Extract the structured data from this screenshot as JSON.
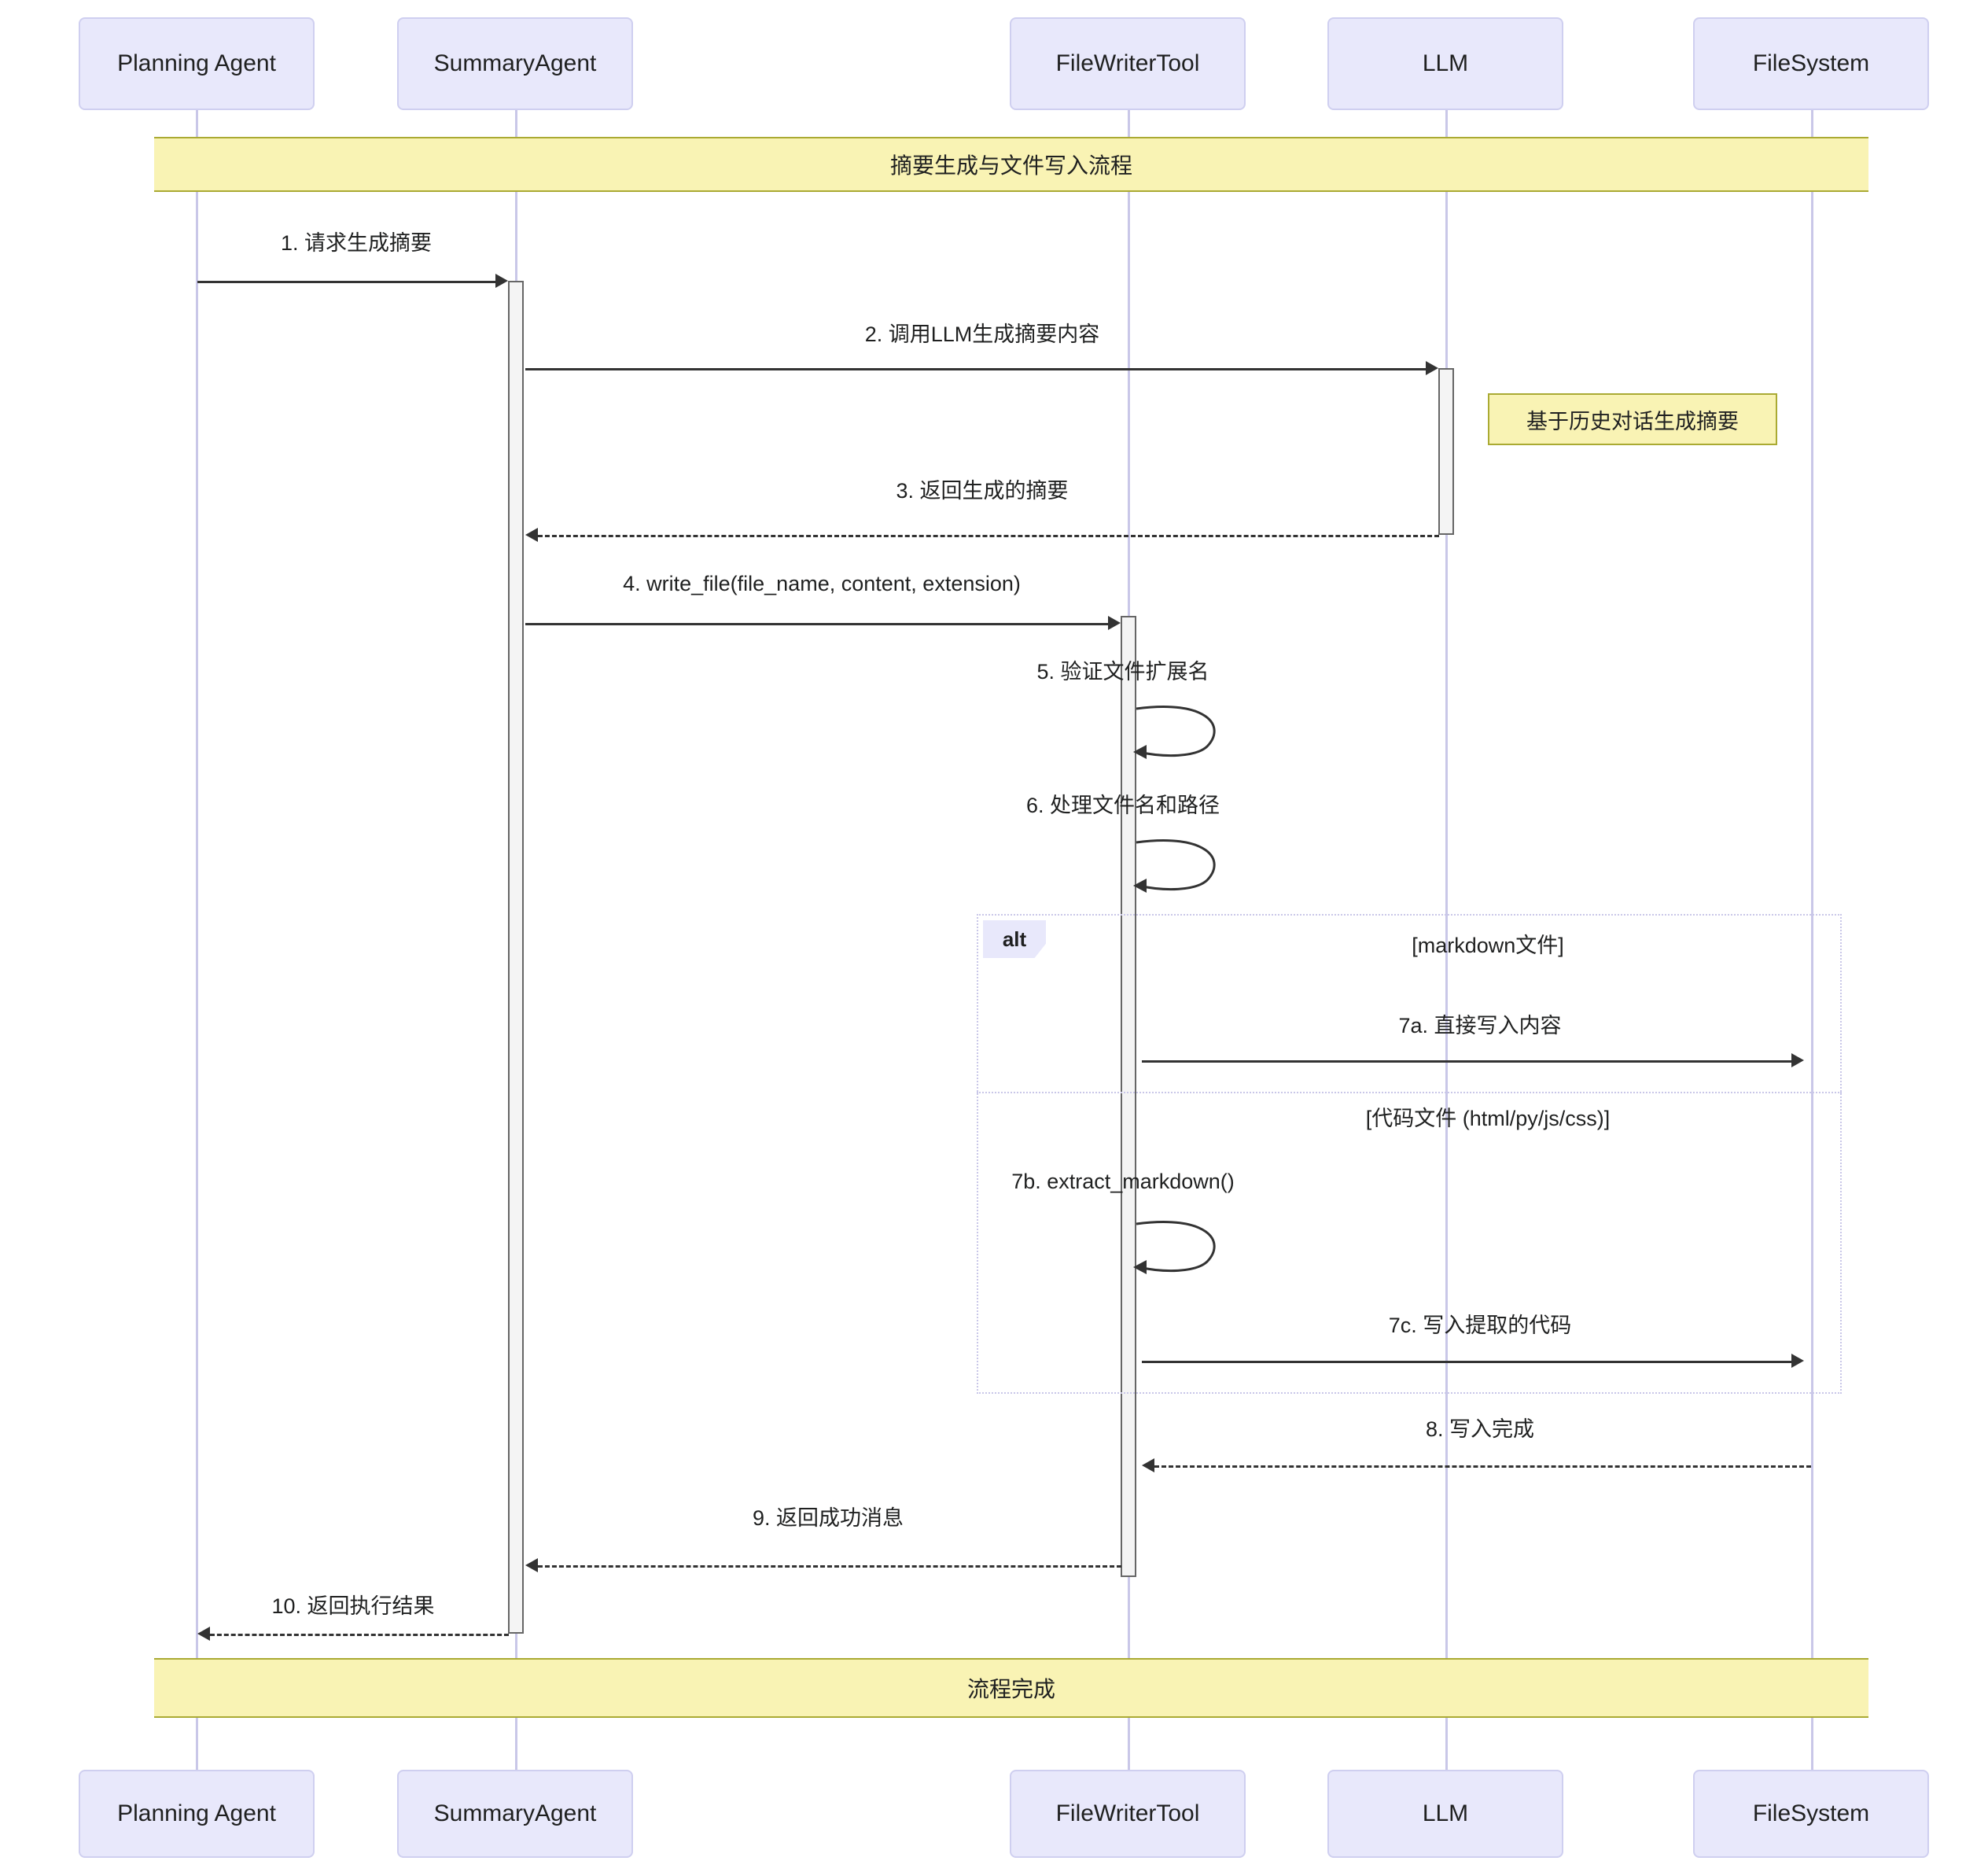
{
  "diagram": {
    "type": "sequence-diagram",
    "title_banner": "摘要生成与文件写入流程",
    "footer_banner": "流程完成",
    "colors": {
      "actor_fill": "#E8E8FB",
      "actor_border": "#CFCFF0",
      "banner_fill": "#F9F3B4",
      "banner_border": "#AAAA33",
      "lifeline": "#C9C7E8",
      "arrow": "#333333",
      "activation_fill": "#F4F4F4",
      "activation_border": "#666666"
    }
  },
  "participants": [
    {
      "id": "planning",
      "label": "Planning Agent"
    },
    {
      "id": "summary",
      "label": "SummaryAgent"
    },
    {
      "id": "filewriter",
      "label": "FileWriterTool"
    },
    {
      "id": "llm",
      "label": "LLM"
    },
    {
      "id": "filesystem",
      "label": "FileSystem"
    }
  ],
  "participants_footer": [
    {
      "id": "planning",
      "label": "Planning Agent"
    },
    {
      "id": "summary",
      "label": "SummaryAgent"
    },
    {
      "id": "filewriter",
      "label": "FileWriterTool"
    },
    {
      "id": "llm",
      "label": "LLM"
    },
    {
      "id": "filesystem",
      "label": "FileSystem"
    }
  ],
  "notes": [
    {
      "id": "note-llm",
      "text": "基于历史对话生成摘要"
    }
  ],
  "alt_block": {
    "tag": "alt",
    "branches": [
      {
        "condition": "[markdown文件]"
      },
      {
        "condition": "[代码文件 (html/py/js/css)]"
      }
    ]
  },
  "messages": [
    {
      "n": "1",
      "text": "1. 请求生成摘要",
      "from": "planning",
      "to": "summary",
      "style": "solid"
    },
    {
      "n": "2",
      "text": "2. 调用LLM生成摘要内容",
      "from": "summary",
      "to": "llm",
      "style": "solid"
    },
    {
      "n": "3",
      "text": "3. 返回生成的摘要",
      "from": "llm",
      "to": "summary",
      "style": "dashed"
    },
    {
      "n": "4",
      "text": "4. write_file(file_name, content, extension)",
      "from": "summary",
      "to": "filewriter",
      "style": "solid"
    },
    {
      "n": "5",
      "text": "5. 验证文件扩展名",
      "from": "filewriter",
      "to": "filewriter",
      "style": "self"
    },
    {
      "n": "6",
      "text": "6. 处理文件名和路径",
      "from": "filewriter",
      "to": "filewriter",
      "style": "self"
    },
    {
      "n": "7a",
      "text": "7a. 直接写入内容",
      "from": "filewriter",
      "to": "filesystem",
      "style": "solid"
    },
    {
      "n": "7b",
      "text": "7b. extract_markdown()",
      "from": "filewriter",
      "to": "filewriter",
      "style": "self"
    },
    {
      "n": "7c",
      "text": "7c. 写入提取的代码",
      "from": "filewriter",
      "to": "filesystem",
      "style": "solid"
    },
    {
      "n": "8",
      "text": "8. 写入完成",
      "from": "filesystem",
      "to": "filewriter",
      "style": "dashed"
    },
    {
      "n": "9",
      "text": "9. 返回成功消息",
      "from": "filewriter",
      "to": "summary",
      "style": "dashed"
    },
    {
      "n": "10",
      "text": "10. 返回执行结果",
      "from": "summary",
      "to": "planning",
      "style": "dashed"
    }
  ]
}
